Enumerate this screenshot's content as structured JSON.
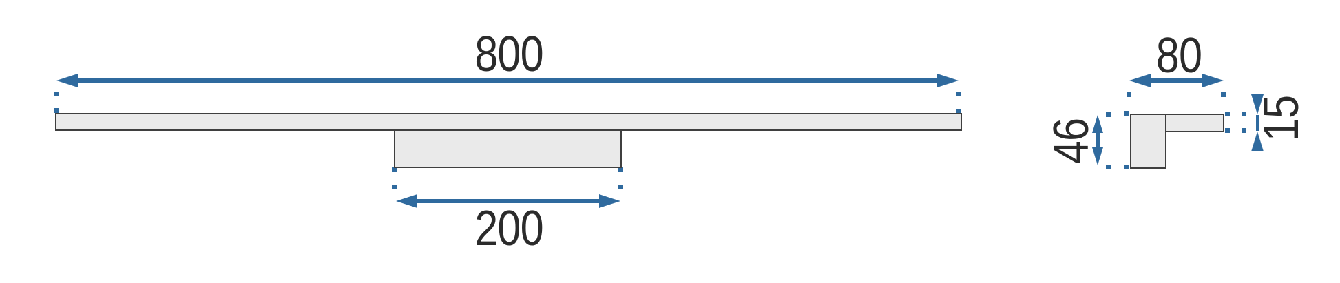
{
  "colors": {
    "accent": "#2f6a9e",
    "outline": "#3f3f3f",
    "shape_fill": "#eaeaea",
    "label_ink": "#2b2b2b",
    "background": "#ffffff"
  },
  "drawing": {
    "front_view": {
      "dims": [
        {
          "id": "overall-length",
          "value": "800"
        },
        {
          "id": "bracket-length",
          "value": "200"
        }
      ]
    },
    "side_view": {
      "dims": [
        {
          "id": "overall-depth",
          "value": "80"
        },
        {
          "id": "bracket-height",
          "value": "46"
        },
        {
          "id": "bar-thickness",
          "value": "15"
        }
      ]
    }
  }
}
